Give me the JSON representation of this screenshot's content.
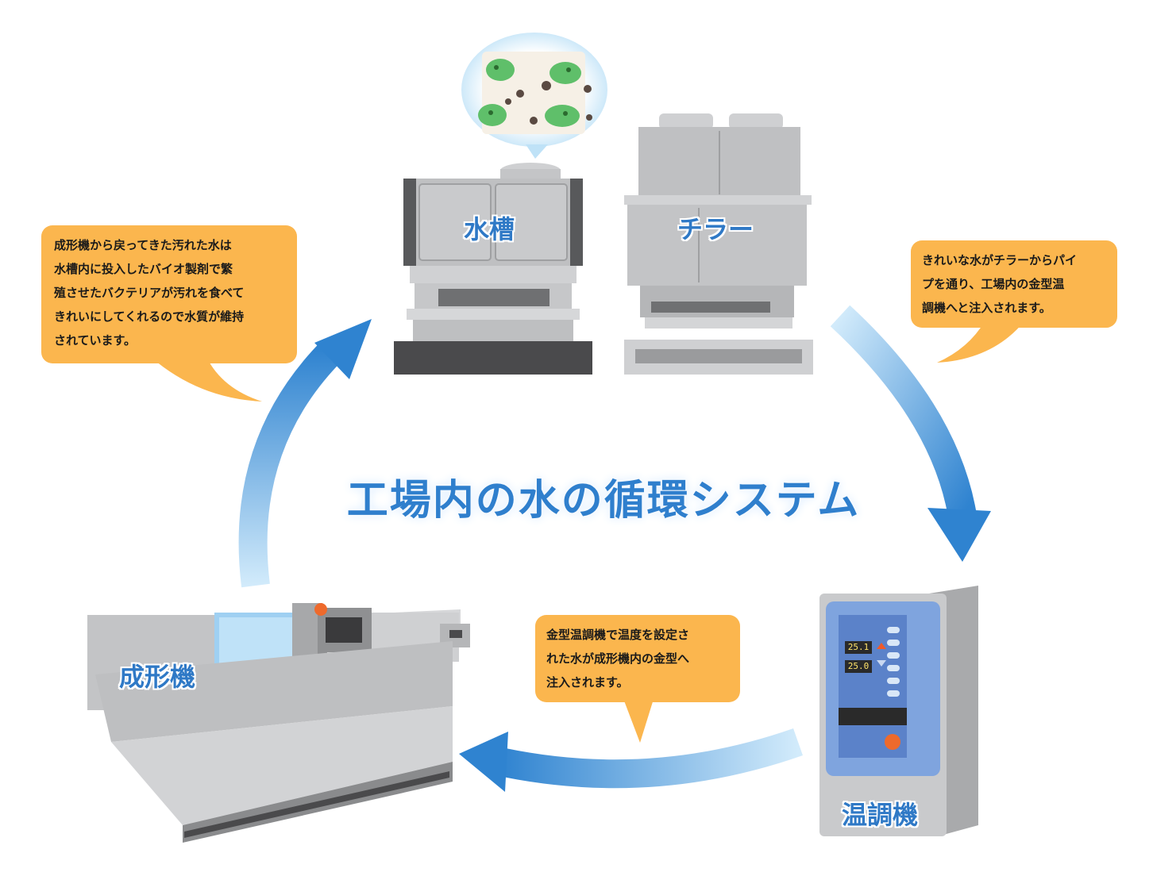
{
  "title": "工場内の水の循環システム",
  "machines": {
    "tank": "水槽",
    "chiller": "チラー",
    "controller": "温調機",
    "molding": "成形機"
  },
  "controller_display": {
    "value_top": "25.1",
    "value_bottom": "25.0"
  },
  "bubbles": {
    "tank_note": "成形機から戻ってきた汚れた水は\n水槽内に投入したバイオ製剤で繁\n殖させたバクテリアが汚れを食べて\nきれいにしてくれるので水質が維持\nされています。",
    "chiller_note": "きれいな水がチラーからパイ\nプを通り、工場内の金型温\n調機へと注入されます。",
    "controller_note": "金型温調機で温度を設定さ\nれた水が成形機内の金型へ\n注入されます。"
  },
  "colors": {
    "arrow": "#2f83d0",
    "arrow_light": "#d2ebfb",
    "bubble": "#fbb64e",
    "label": "#2f79c6",
    "controller_panel": "#6e96d6",
    "machine_gray": "#c8c9cb",
    "bacteria": "#5fbf6a"
  }
}
